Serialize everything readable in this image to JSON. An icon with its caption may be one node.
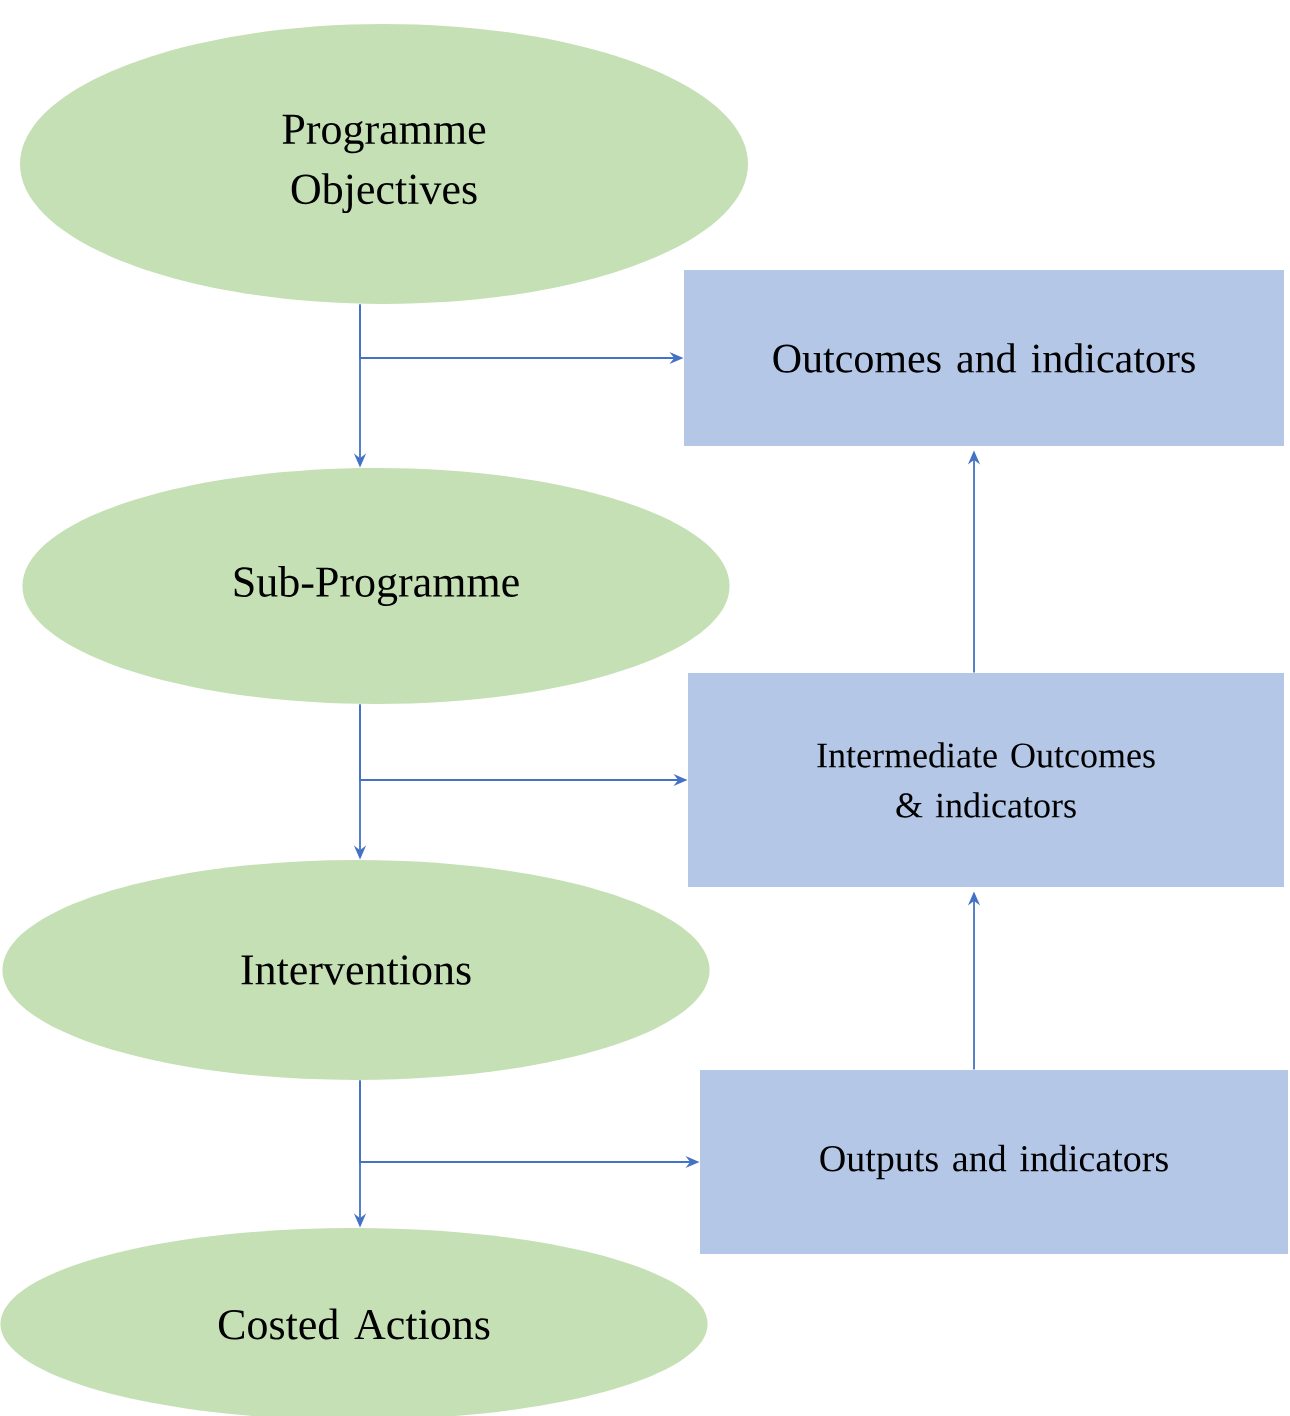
{
  "diagram": {
    "nodes": [
      {
        "text": [
          "Programme Objectives"
        ]
      },
      {
        "text": [
          "Sub-Programme"
        ]
      },
      {
        "text": [
          "Interventions"
        ]
      },
      {
        "text": [
          "Costed Actions"
        ]
      },
      {
        "text": [
          "Outcomes and indicators"
        ]
      },
      {
        "text": [
          "Intermediate Outcomes & indicators"
        ]
      },
      {
        "text": [
          "Outputs and indicators"
        ]
      }
    ],
    "edges": [
      {
        "from": 0,
        "to": 1,
        "arrow": "to"
      },
      {
        "from": 0,
        "to": 4,
        "arrow": "to"
      },
      {
        "from": 1,
        "to": 2,
        "arrow": "to"
      },
      {
        "from": 1,
        "to": 5,
        "arrow": "to"
      },
      {
        "from": 2,
        "to": 3,
        "arrow": "to"
      },
      {
        "from": 2,
        "to": 6,
        "arrow": "to"
      },
      {
        "from": 6,
        "to": 5,
        "arrow": "to"
      },
      {
        "from": 5,
        "to": 4,
        "arrow": "to"
      }
    ]
  }
}
